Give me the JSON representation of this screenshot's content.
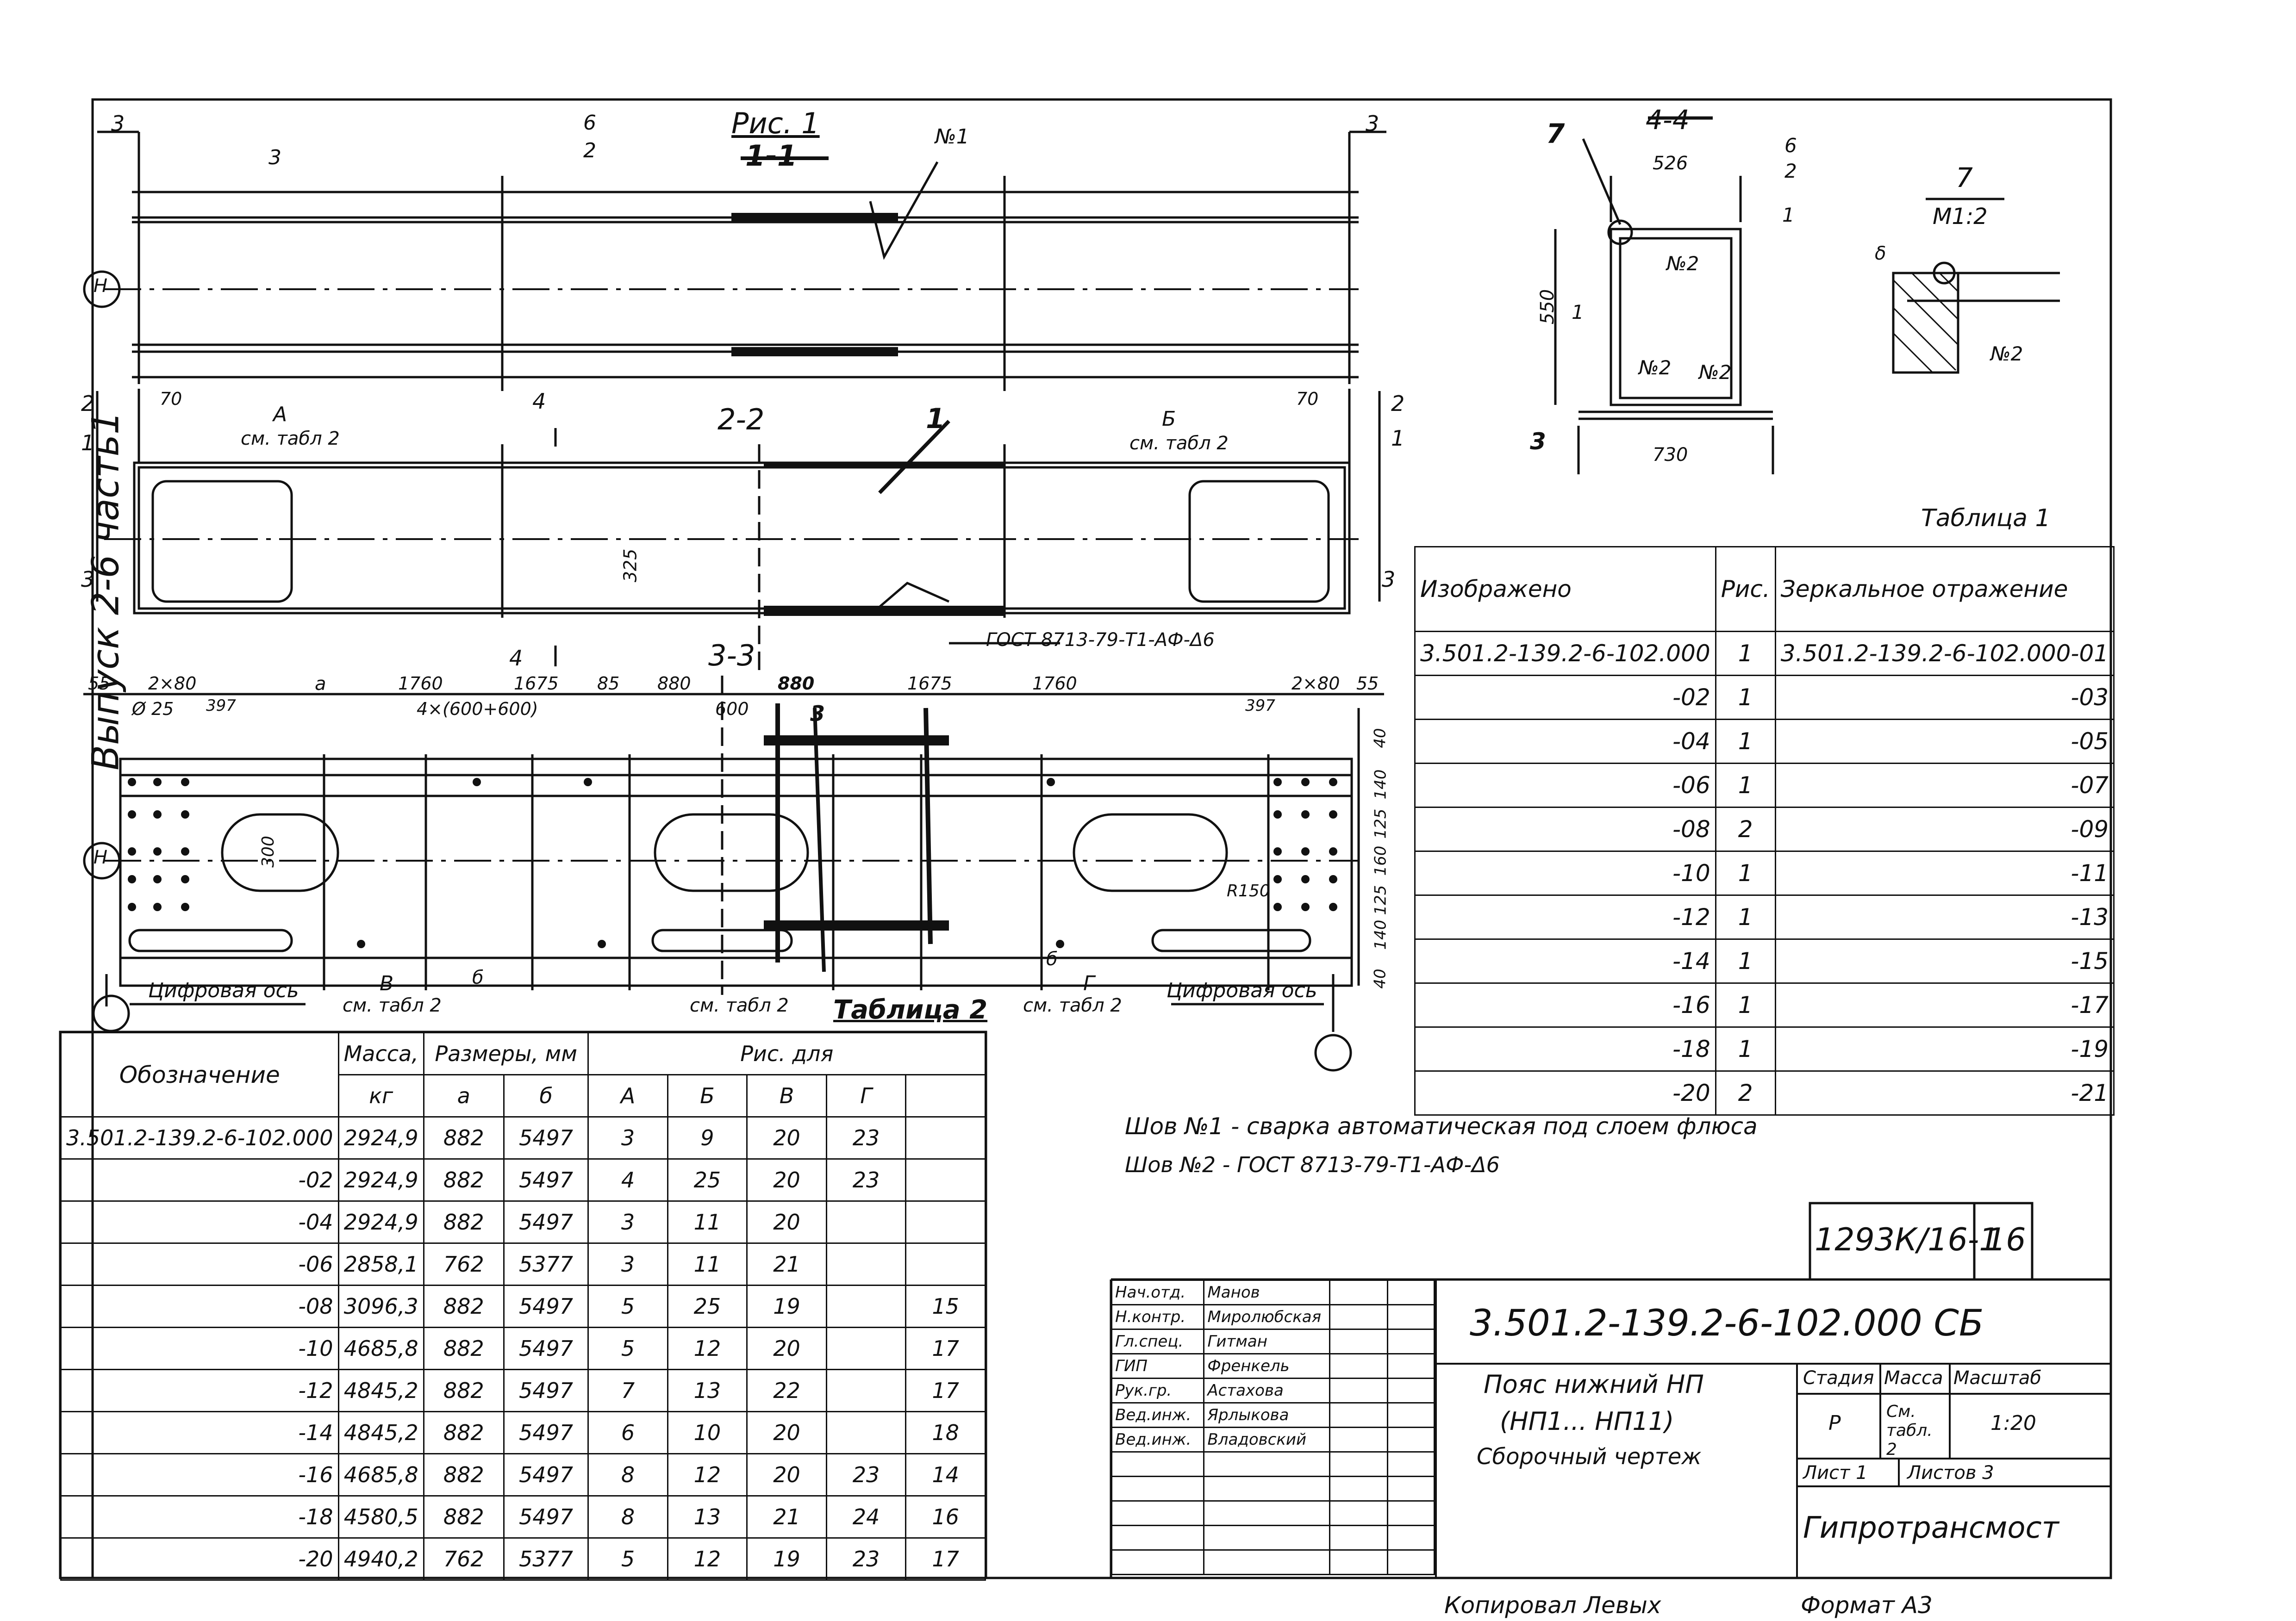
{
  "sheet": {
    "side_label": "Выпуск 2-6 часть1",
    "copied_by": "Копировал Левых",
    "format": "Формат А3",
    "inventory_no": "1293К/16-1",
    "sheet_no": "16"
  },
  "views": {
    "fig1_title": "Рис. 1",
    "section_1_1": "1-1",
    "section_2_2": "2-2",
    "section_3_3": "3-3",
    "section_4_4": "4-4",
    "detail_7_title": "7",
    "detail_7_scale": "М1:2",
    "axis_h": "Н",
    "digital_axis": "Цифровая ось",
    "weld_1": "№1",
    "weld_2": "№2",
    "ref_a": "А",
    "ref_b": "Б",
    "ref_v": "В",
    "ref_g": "Г",
    "see_table_2": "см. табл 2",
    "gost_note": "ГОСТ 8713-79-Т1-АФ-Δ6",
    "parts": [
      "1",
      "2",
      "3",
      "6",
      "7"
    ],
    "marks": [
      "3",
      "2",
      "1",
      "4"
    ],
    "dims": {
      "d70": "70",
      "d325": "325",
      "d526": "526",
      "d550": "550",
      "d730": "730",
      "delta": "δ",
      "d55": "55",
      "d2x80": "2×80",
      "a": "а",
      "d1760": "1760",
      "d1675": "1675",
      "d85": "85",
      "d880": "880",
      "d600": "600",
      "d4x600": "4×(600+600)",
      "dia25": "Ø 25",
      "d397": "397",
      "d300": "300",
      "r150": "R150",
      "d40": "40",
      "d140": "140",
      "d125": "125",
      "d160": "160",
      "b": "б"
    }
  },
  "table1": {
    "title": "Таблица 1",
    "headers": [
      "Изображено",
      "Рис.",
      "Зеркальное отражение"
    ],
    "rows": [
      [
        "3.501.2-139.2-6-102.000",
        "1",
        "3.501.2-139.2-6-102.000-01"
      ],
      [
        "-02",
        "1",
        "-03"
      ],
      [
        "-04",
        "1",
        "-05"
      ],
      [
        "-06",
        "1",
        "-07"
      ],
      [
        "-08",
        "2",
        "-09"
      ],
      [
        "-10",
        "1",
        "-11"
      ],
      [
        "-12",
        "1",
        "-13"
      ],
      [
        "-14",
        "1",
        "-15"
      ],
      [
        "-16",
        "1",
        "-17"
      ],
      [
        "-18",
        "1",
        "-19"
      ],
      [
        "-20",
        "2",
        "-21"
      ]
    ]
  },
  "table2": {
    "title": "Таблица 2",
    "h_designation": "Обозначение",
    "h_mass": "Масса,",
    "h_mass_unit": "кг",
    "h_sizes": "Размеры, мм",
    "h_a": "а",
    "h_b": "б",
    "h_fig": "Рис. для",
    "h_A": "А",
    "h_B": "Б",
    "h_V": "В",
    "h_G": "Г",
    "rows": [
      [
        "3.501.2-139.2-6-102.000",
        "2924,9",
        "882",
        "5497",
        "3",
        "9",
        "20",
        "23",
        ""
      ],
      [
        "-02",
        "2924,9",
        "882",
        "5497",
        "4",
        "25",
        "20",
        "23",
        ""
      ],
      [
        "-04",
        "2924,9",
        "882",
        "5497",
        "3",
        "11",
        "20",
        "",
        ""
      ],
      [
        "-06",
        "2858,1",
        "762",
        "5377",
        "3",
        "11",
        "21",
        "",
        ""
      ],
      [
        "-08",
        "3096,3",
        "882",
        "5497",
        "5",
        "25",
        "19",
        "",
        "15"
      ],
      [
        "-10",
        "4685,8",
        "882",
        "5497",
        "5",
        "12",
        "20",
        "",
        "17"
      ],
      [
        "-12",
        "4845,2",
        "882",
        "5497",
        "7",
        "13",
        "22",
        "",
        "17"
      ],
      [
        "-14",
        "4845,2",
        "882",
        "5497",
        "6",
        "10",
        "20",
        "",
        "18"
      ],
      [
        "-16",
        "4685,8",
        "882",
        "5497",
        "8",
        "12",
        "20",
        "23",
        "14"
      ],
      [
        "-18",
        "4580,5",
        "882",
        "5497",
        "8",
        "13",
        "21",
        "24",
        "16"
      ],
      [
        "-20",
        "4940,2",
        "762",
        "5377",
        "5",
        "12",
        "19",
        "23",
        "17"
      ]
    ]
  },
  "notes": {
    "weld1": "Шов №1 - сварка автоматическая под слоем флюса",
    "weld2": "Шов №2 - ГОСТ 8713-79-Т1-АФ-Δ6"
  },
  "stamp": {
    "code": "3.501.2-139.2-6-102.000 СБ",
    "title_1": "Пояс нижний НП",
    "title_2": "(НП1... НП11)",
    "title_3": "Сборочный чертеж",
    "h_stage": "Стадия",
    "h_mass": "Масса",
    "h_scale": "Масштаб",
    "stage": "Р",
    "mass": "См. табл. 2",
    "scale": "1:20",
    "sheet": "Лист 1",
    "sheets": "Листов 3",
    "org": "Гипротрансмост",
    "people": [
      [
        "Нач.отд.",
        "Манов"
      ],
      [
        "Н.контр.",
        "Миролюбская"
      ],
      [
        "Гл.спец.",
        "Гитман"
      ],
      [
        "ГИП",
        "Френкель"
      ],
      [
        "Рук.гр.",
        "Астахова"
      ],
      [
        "Вед.инж.",
        "Ярлыкова"
      ],
      [
        "Вед.инж.",
        "Владовский"
      ]
    ]
  }
}
